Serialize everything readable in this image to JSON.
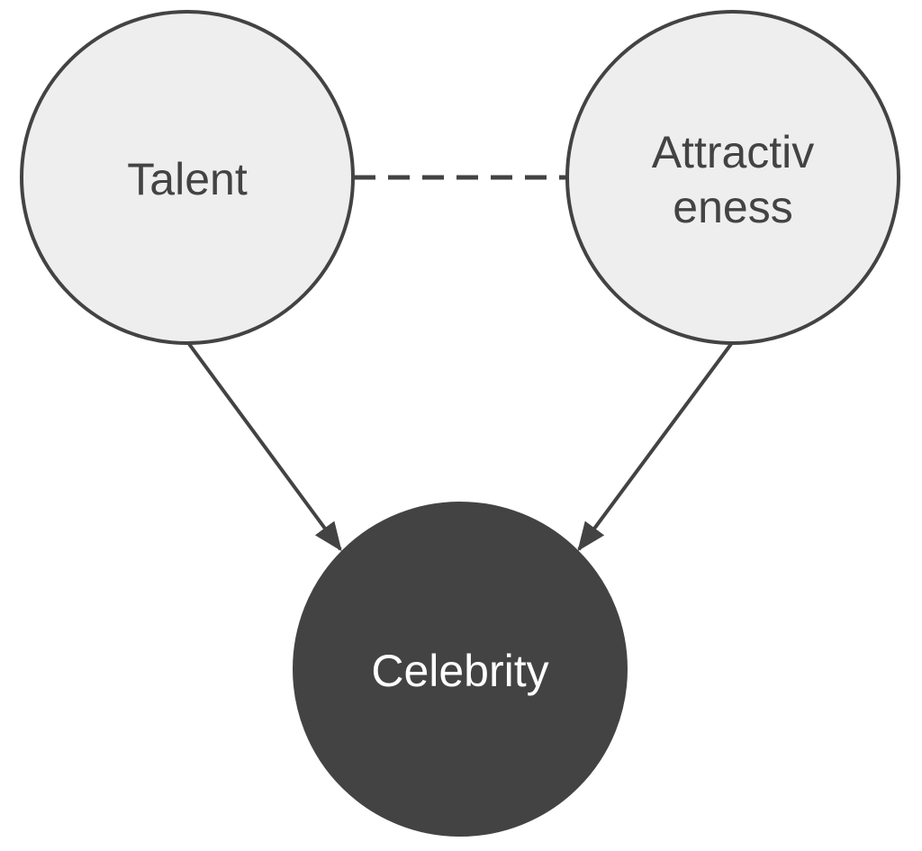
{
  "colors": {
    "background": "#ffffff",
    "light_node_fill": "#eeeeee",
    "dark_node_fill": "#434343",
    "stroke": "#434343",
    "dark_text": "#434343",
    "light_text": "#ffffff"
  },
  "nodes": {
    "talent": {
      "label": "Talent"
    },
    "attractiveness": {
      "label_line1": "Attractiv",
      "label_line2": "eness"
    },
    "celebrity": {
      "label": "Celebrity"
    }
  },
  "edges": [
    {
      "from": "talent",
      "to": "attractiveness",
      "style": "dashed",
      "directed": false
    },
    {
      "from": "talent",
      "to": "celebrity",
      "style": "solid",
      "directed": true
    },
    {
      "from": "attractiveness",
      "to": "celebrity",
      "style": "solid",
      "directed": true
    }
  ]
}
